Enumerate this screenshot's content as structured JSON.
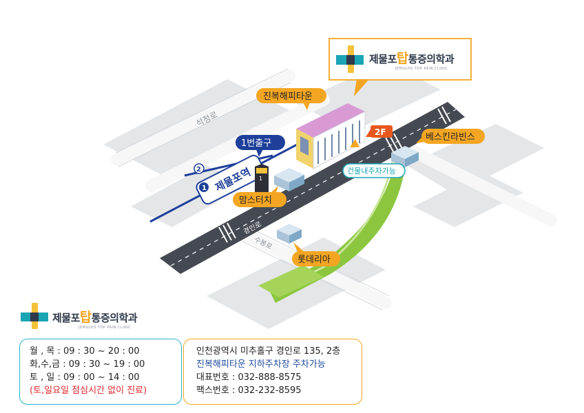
{
  "clinic": {
    "name_prefix": "제물포",
    "name_tap": "탑",
    "name_suffix": "통증의학과",
    "subtitle": "JEMULPO TOP PAIN CLINIC"
  },
  "map": {
    "roads": {
      "seokjeong": "석정로",
      "gyeongin": "경인로",
      "subong": "수봉로"
    },
    "station": {
      "name": "제물포역",
      "line_1": "1",
      "line_2": "2",
      "exit_label": "1번출구"
    },
    "landmarks": {
      "jinbok": "진복해피타운",
      "baskin": "베스킨라빈스",
      "momstouch": "맘스터치",
      "lotteria": "롯데리아"
    },
    "floor_badge": "2F",
    "parking_badge": "건물내주차가능",
    "colors": {
      "road": "#454a52",
      "block": "#e3e5e7",
      "subway_line": "#1e3f9a",
      "accent_orange": "#f4a623",
      "accent_teal": "#1aa5b5",
      "park_green": "#8cc63f"
    }
  },
  "hours": {
    "weekday_mon_thu": "월  ,  목 : 09 : 30 ~ 20 : 00",
    "weekday_tue_wed_fri": "화,수,금 : 09 : 30 ~ 19 : 00",
    "weekend": "토  ,  일 : 09 : 00 ~ 14 : 00",
    "note": "(토,일요일 점심시간 없이 진료)"
  },
  "address": {
    "street": "인천광역시 미추홀구 경인로 135, 2층",
    "parking": "진복해피타운 지하주차장 주차가능",
    "phone": "대표번호 : 032-888-8575",
    "fax": "팩스번호 : 032-232-8595"
  }
}
